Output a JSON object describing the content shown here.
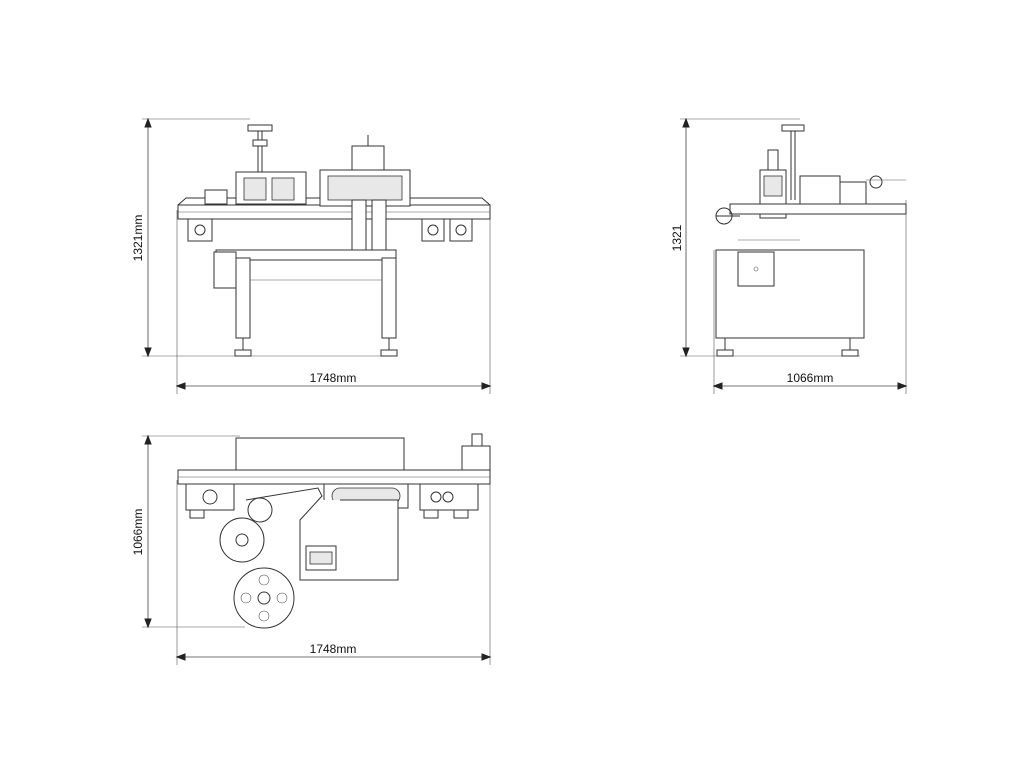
{
  "views": {
    "front": {
      "width_label": "1748mm",
      "height_label": "1321mm"
    },
    "side": {
      "width_label": "1066mm",
      "height_label": "1321"
    },
    "top": {
      "width_label": "1748mm",
      "depth_label": "1066mm"
    }
  }
}
